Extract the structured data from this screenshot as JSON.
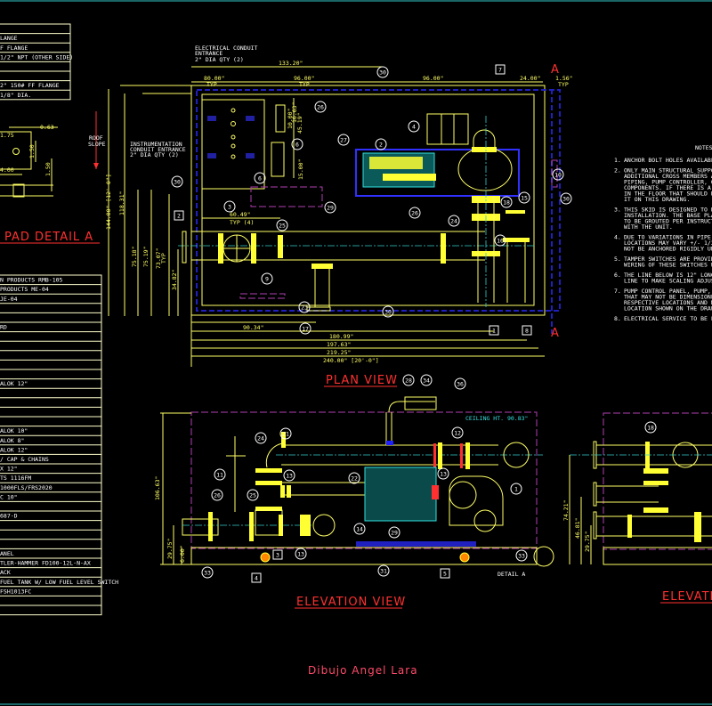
{
  "top_table": {
    "rows": [
      "",
      "LANGE",
      "F FLANGE",
      "1/2\" NPT (OTHER SIDE)",
      "",
      "",
      "2\" 150# FF FLANGE",
      "1/8\" DIA."
    ]
  },
  "parts_table": {
    "rows": [
      "N PRODUCTS RMB-105",
      "PRODUCTS ME-04",
      "JE-04",
      "",
      "",
      "RD",
      "",
      "",
      "",
      "",
      "",
      "ALOK 12\"",
      "",
      "",
      "",
      "",
      "ALOK 10\"",
      "ALOK 8\"",
      "ALOK 12\"",
      "/ CAP & CHAINS",
      "X 12\"",
      "TS 1116FM",
      "1000FLS/FRS2020",
      "C 10\"",
      "",
      "687-D",
      "",
      "",
      "",
      "ANEL",
      "TLER-HAMMER FD100-12L-N-AX",
      "ACK",
      "FUEL TANK W/ LOW FUEL LEVEL SWITCH",
      "FSH1013FC",
      "",
      ""
    ]
  },
  "pad_detail": {
    "title": "PAD DETAIL A",
    "dims": [
      "0.63",
      "1.75",
      "1.50",
      "1.50",
      "4.00"
    ]
  },
  "roof_slope": [
    "ROOF",
    "SLOPE"
  ],
  "plan": {
    "title": "PLAN VIEW",
    "section_marks": [
      "A",
      "A"
    ],
    "electrical_label": [
      "ELECTRICAL CONDUIT",
      "ENTRANCE",
      "2\" DIA QTY (2)"
    ],
    "instrumentation_label": [
      "INSTRUMENTATION",
      "CONDUIT ENTRANCE",
      "2\" DIA QTY (2)"
    ],
    "dims": [
      "133.20\"",
      "80.00\"",
      "TYP",
      "96.00\"",
      "TYP",
      "96.00\"",
      "24.00\"",
      "1.56\"",
      "TYP",
      "16.63\"",
      "10.00\"",
      "45.19\"",
      "15.00\"",
      "60.49\"",
      "TYP (4)",
      "90.34\"",
      "180.99\"",
      "197.63\"",
      "219.25\"",
      "240.00\" [20'-0\"]",
      "144.00\" [12'-0\"]",
      "118.31\"",
      "75.18\"",
      "75.19\"",
      "73.07\"",
      "TYP",
      "34.82\""
    ],
    "callouts": [
      "30",
      "26",
      "27",
      "6",
      "4",
      "2",
      "10",
      "30",
      "6",
      "3",
      "29",
      "25",
      "26",
      "9",
      "23",
      "17",
      "30",
      "30",
      "18",
      "15",
      "24",
      "16"
    ],
    "tags": [
      "7",
      "2",
      "1",
      "8"
    ]
  },
  "elevation": {
    "title": "ELEVATION VIEW",
    "ceiling": "CEILING HT. 90.83\"",
    "detail": "DETAIL A",
    "dims": [
      "106.63\"",
      "29.75\"",
      "6.00\""
    ],
    "callouts": [
      "28",
      "34",
      "36",
      "24",
      "21",
      "12",
      "11",
      "13",
      "22",
      "13",
      "1",
      "26",
      "25",
      "14",
      "29",
      "13",
      "33",
      "31",
      "33"
    ],
    "tags": [
      "3",
      "4",
      "5"
    ]
  },
  "elevation2": {
    "title": "ELEVATI",
    "dims": [
      "74.21\"",
      "46.81\"",
      "29.75\""
    ],
    "callouts": [
      "18"
    ]
  },
  "notes": {
    "title": "NOTES",
    "items": [
      {
        "num": "1.",
        "lines": [
          "ANCHOR BOLT HOLES AVAILABLE"
        ]
      },
      {
        "num": "2.",
        "lines": [
          "ONLY MAIN STRUCTURAL SUPPORT",
          "ADDITIONAL CROSS MEMBERS ARE",
          "PIPING, PUMP CONTROLLER, OR A",
          "COMPONENTS. IF THERE IS A DRA",
          "IN THE FLOOR THAT SHOULD BE",
          "IT ON THIS DRAWING."
        ]
      },
      {
        "num": "3.",
        "lines": [
          "THIS SKID IS DESIGNED TO BE FU",
          "INSTALLATION. THE BASE PLATE",
          "TO BE GROUTED PER INSTRUCTION",
          "WITH THE UNIT."
        ]
      },
      {
        "num": "4.",
        "lines": [
          "DUE TO VARIATIONS IN PIPE FITTI",
          "LOCATIONS MAY VARY +/- 1/2\"",
          "NOT BE ANCHORED RIGIDLY UNTIL"
        ]
      },
      {
        "num": "5.",
        "lines": [
          "TAMPER SWITCHES ARE PROVIDED",
          "WIRING OF THESE SWITCHES WILL"
        ]
      },
      {
        "num": "6.",
        "lines": [
          "THE LINE BELOW IS 12\" LONG ON",
          "LINE TO MAKE SCALING ADJUSTM"
        ]
      },
      {
        "num": "7.",
        "lines": [
          "PUMP CONTROL PANEL, PUMP, AN",
          "THAT MAY NOT BE DIMENSIONED,",
          "RESPECTIVE LOCATIONS AND MAY",
          "LOCATION SHOWN ON THE DRAWIN"
        ]
      },
      {
        "num": "8.",
        "lines": [
          "ELECTRICAL SERVICE TO BE LAND"
        ]
      }
    ]
  },
  "signature": "Dibujo Angel Lara",
  "colors": {
    "background": "#000000",
    "dimension": "#ffff66",
    "title": "#ff3030",
    "frame": "#33cccc"
  }
}
